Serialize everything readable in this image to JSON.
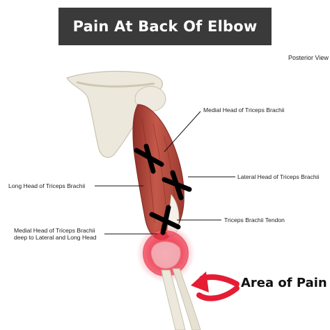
{
  "title": "Pain At Back Of Elbow",
  "view_label": "Posterior View",
  "labels": {
    "medial_head": "Medial Head of Triceps Brachii",
    "lateral_head": "Lateral Head of Triceps Brachii",
    "long_head": "Long Head of Triceps Brachii",
    "tendon": "Triceps Brachii Tendon",
    "deep_line1": "Medial Head of Triceps Brachii",
    "deep_line2": "deep to Lateral and Long Head"
  },
  "pain_label": "Area of Pain",
  "colors": {
    "banner": "#3a3a3a",
    "muscle": "#b5473a",
    "bone": "#ece8dc",
    "pain": "#e8233a",
    "marker": "#000000"
  }
}
